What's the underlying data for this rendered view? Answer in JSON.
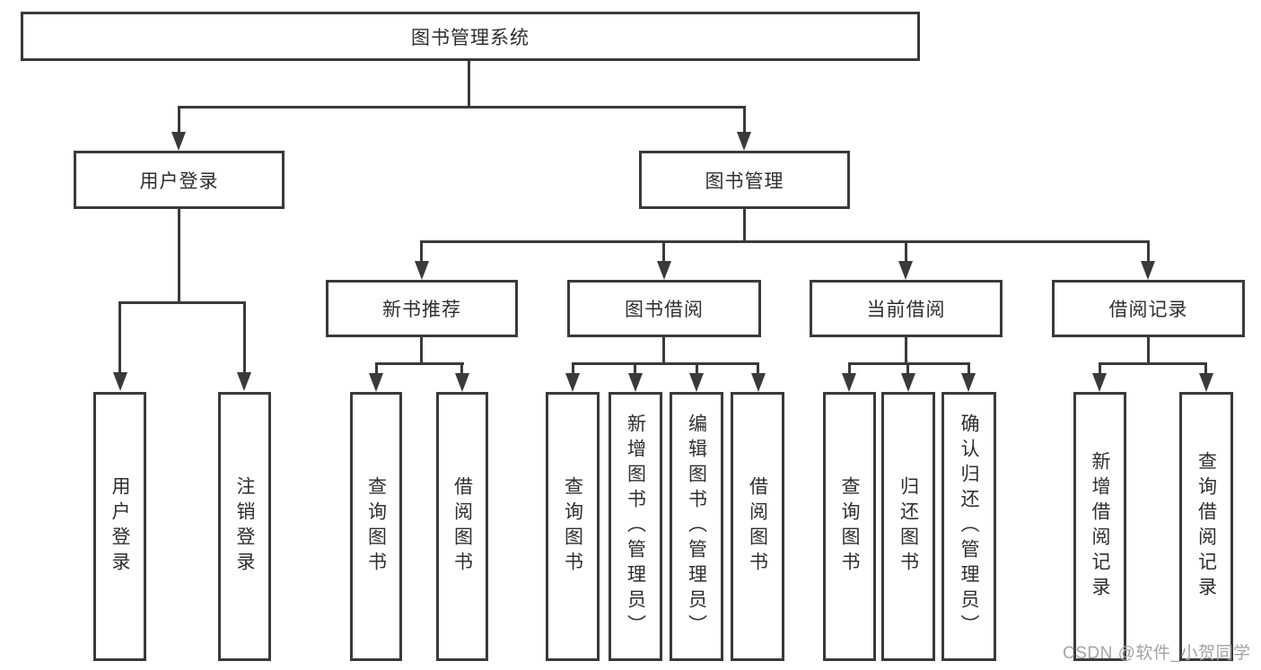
{
  "diagram": {
    "root": {
      "label": "图书管理系统"
    },
    "branches": [
      {
        "label": "用户登录",
        "children": [
          {
            "label": "用户登录"
          },
          {
            "label": "注销登录"
          }
        ]
      },
      {
        "label": "图书管理",
        "children": [
          {
            "label": "新书推荐",
            "children": [
              {
                "label": "查询图书"
              },
              {
                "label": "借阅图书"
              }
            ]
          },
          {
            "label": "图书借阅",
            "children": [
              {
                "label": "查询图书"
              },
              {
                "label": "新增图书（管理员）"
              },
              {
                "label": "编辑图书（管理员）"
              },
              {
                "label": "借阅图书"
              }
            ]
          },
          {
            "label": "当前借阅",
            "children": [
              {
                "label": "查询图书"
              },
              {
                "label": "归还图书"
              },
              {
                "label": "确认归还（管理员）"
              }
            ]
          },
          {
            "label": "借阅记录",
            "children": [
              {
                "label": "新增借阅记录"
              },
              {
                "label": "查询借阅记录"
              }
            ]
          }
        ]
      }
    ]
  },
  "watermark": {
    "text": "CSDN @软件_小贺同学"
  },
  "colors": {
    "line": "#3a3a3a",
    "text": "#2e2e2e",
    "watermark": "#a3a3a3",
    "background": "#ffffff"
  }
}
